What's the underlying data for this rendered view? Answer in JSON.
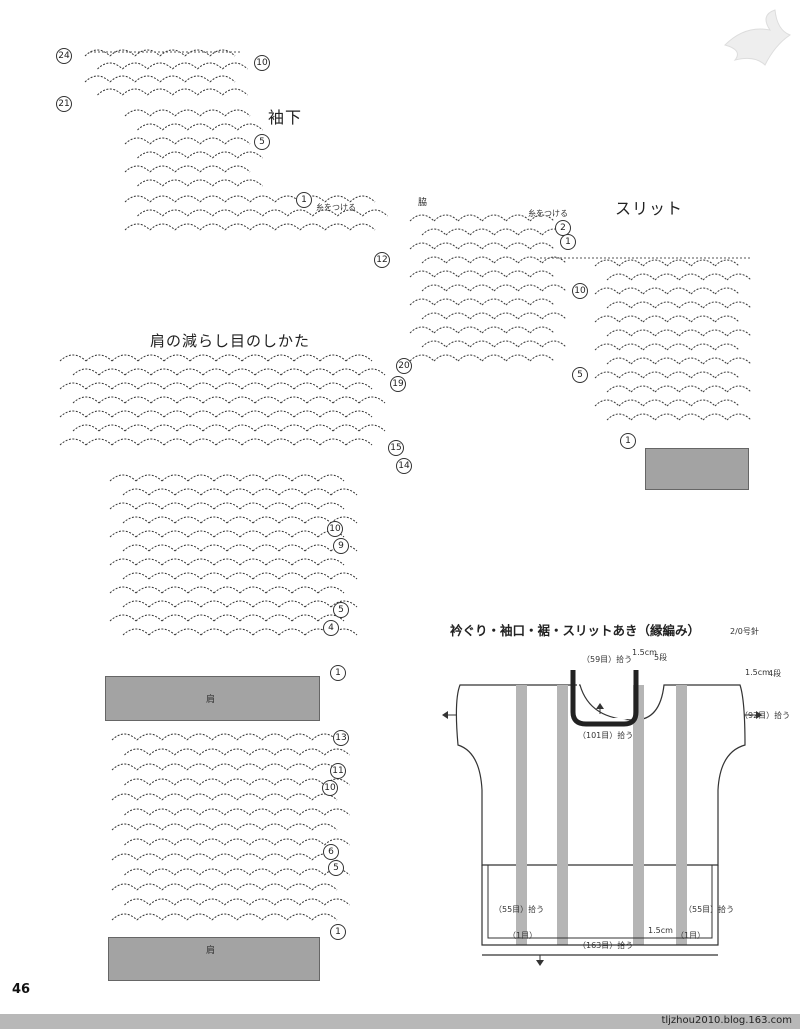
{
  "page_number": "46",
  "footer_url": "tljzhou2010.blog.163.com",
  "labels": {
    "sleeve_under": "袖下",
    "side_seam": "脇",
    "slit": "スリット",
    "thread_attach": "糸をつける",
    "shoulder_decrease": "肩の減らし目のしかた",
    "shoulder": "肩",
    "edging_title": "衿ぐり・袖口・裾・スリットあき（縁編み）",
    "hook": "2/0号針"
  },
  "sleeve_rows": [
    "24",
    "21",
    "10",
    "5",
    "1"
  ],
  "slit_rows": [
    "12",
    "2",
    "1",
    "10",
    "5",
    "1"
  ],
  "upper_rows": [
    "20",
    "19",
    "15",
    "14",
    "10",
    "9",
    "5",
    "4",
    "1"
  ],
  "lower_rows": [
    "13",
    "11",
    "10",
    "6",
    "5",
    "1"
  ],
  "schematic": {
    "neck_top": "（59目）拾う",
    "neck_depth": "1.5cm",
    "neck_rows": "5段",
    "neck_bottom": "（101目）拾う",
    "cuff_depth": "1.5cm",
    "cuff_rows": "4段",
    "cuff_pick": "（92目）拾う",
    "slit_left": "（55目）拾う",
    "slit_right": "（55目）拾う",
    "hem_corner_left": "（1目）",
    "hem_corner_right": "（1目）",
    "hem_pick": "（163目）拾う",
    "hem_depth": "1.5cm"
  }
}
